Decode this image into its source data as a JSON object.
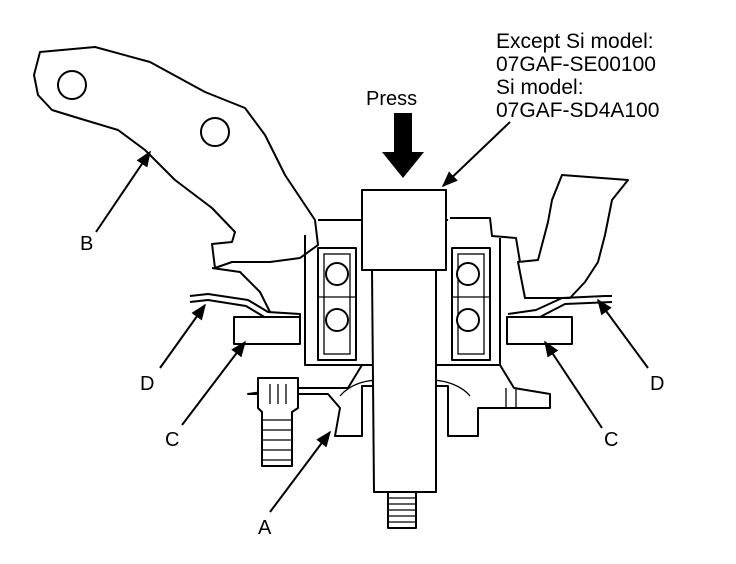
{
  "tool_note": {
    "line1": "Except Si model:",
    "line2": "07GAF-SE00100",
    "line3": "Si model:",
    "line4": "07GAF-SD4A100"
  },
  "press_label": "Press",
  "callouts": {
    "a": "A",
    "b": "B",
    "c_left": "C",
    "c_right": "C",
    "d_left": "D",
    "d_right": "D"
  }
}
